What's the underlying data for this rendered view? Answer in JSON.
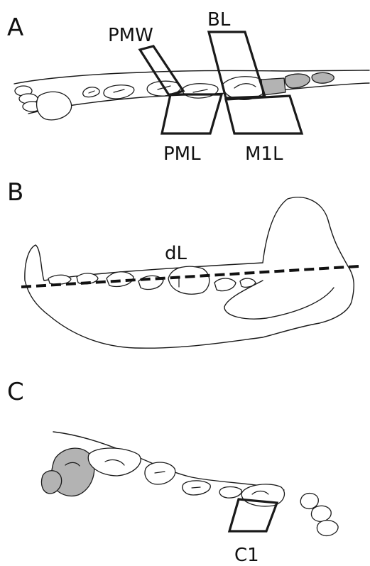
{
  "panels": [
    {
      "label": "A"
    },
    {
      "label": "B"
    },
    {
      "label": "C"
    }
  ],
  "measurements": {
    "pmw": "PMW",
    "bl": "BL",
    "pml": "PML",
    "m1l": "M1L",
    "dl": "dL",
    "c1": "C1"
  },
  "colors": {
    "line": "#1a1a1a",
    "shaded_tooth": "#b3b3b3",
    "background": "#ffffff"
  }
}
